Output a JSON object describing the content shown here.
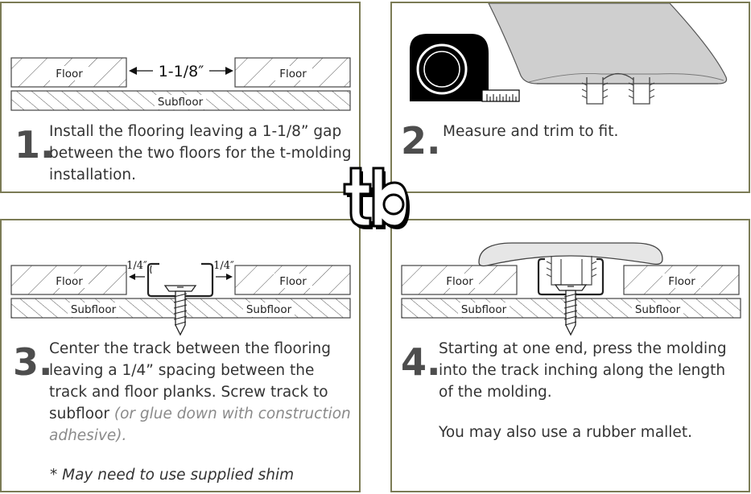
{
  "step1": {
    "number": "1.",
    "text": "Install the flooring leaving a 1-1/8” gap between the two floors for the t-molding installation.",
    "floor_left": "Floor",
    "floor_right": "Floor",
    "subfloor": "Subfloor",
    "gap_label": "1-1/8″"
  },
  "step2": {
    "number": "2.",
    "text": "Measure and trim to fit."
  },
  "step3": {
    "number": "3.",
    "text": "Center the track between the flooring leaving a 1/4” spacing between the track and floor planks. Screw track to subfloor ",
    "note": "(or glue down with construction adhesive).",
    "shim": "* May need to use supplied shim",
    "floor_left": "Floor",
    "floor_right": "Floor",
    "subfloor_left": "Subfloor",
    "subfloor_right": "Subfloor",
    "spacing_label": "1/4″"
  },
  "step4": {
    "number": "4.",
    "text": "Starting at one end, press the molding into the track inching along the length of the molding.",
    "mallet": "You may also use a rubber mallet.",
    "floor_left": "Floor",
    "floor_right": "Floor",
    "subfloor_left": "Subfloor",
    "subfloor_right": "Subfloor"
  },
  "colors": {
    "border": "#7b7b55",
    "text": "#333333",
    "number": "#4d4d4d",
    "note": "#8a8a8a"
  },
  "logo_icon": "tb-logo-icon"
}
